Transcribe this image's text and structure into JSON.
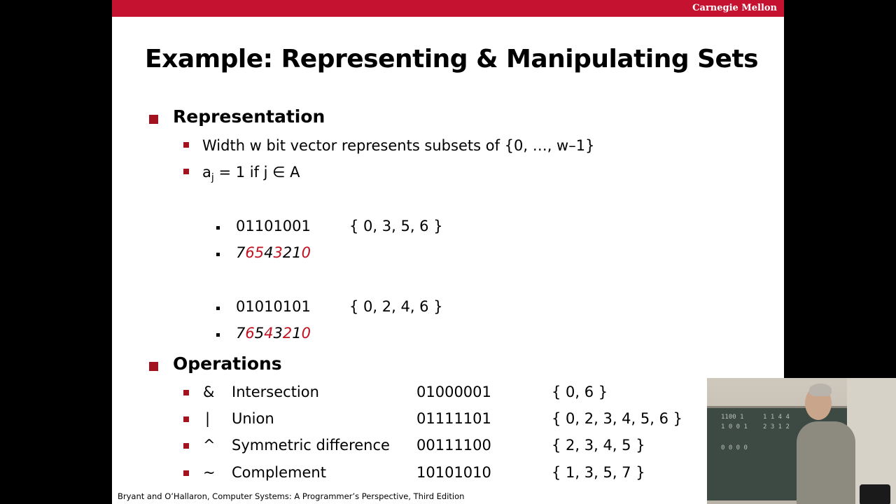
{
  "header": {
    "brand": "Carnegie Mellon"
  },
  "title": "Example: Representing & Manipulating Sets",
  "representation": {
    "heading": "Representation",
    "items": [
      "Width w bit vector represents subsets of {0, …, w–1}",
      "= 1 if j  ∈ A"
    ],
    "aj_base": "a",
    "aj_sub": "j"
  },
  "examples": [
    {
      "bits": "01101001",
      "set": "{ 0, 3, 5, 6 }",
      "index_digits": "76543210"
    },
    {
      "bits": "01010101",
      "set": "{ 0, 2, 4, 6 }",
      "index_digits": "76543210"
    }
  ],
  "operations": {
    "heading": "Operations",
    "rows": [
      {
        "symbol": "&",
        "name": "Intersection",
        "bits": "01000001",
        "set": "{ 0, 6 }"
      },
      {
        "symbol": "|",
        "name": "Union",
        "bits": "01111101",
        "set": "{ 0, 2, 3, 4, 5, 6 }"
      },
      {
        "symbol": "^",
        "name": "Symmetric difference",
        "bits": "00111100",
        "set": "{ 2, 3, 4, 5 }"
      },
      {
        "symbol": "~",
        "name": "Complement",
        "bits": "10101010",
        "set": "{ 1, 3, 5, 7 }"
      }
    ]
  },
  "footer": "Bryant and O’Hallaron, Computer Systems: A Programmer’s Perspective, Third Edition",
  "colors": {
    "accent": "#c41230",
    "bullet": "#a3121f",
    "highlight_digit": "#c0121f"
  }
}
